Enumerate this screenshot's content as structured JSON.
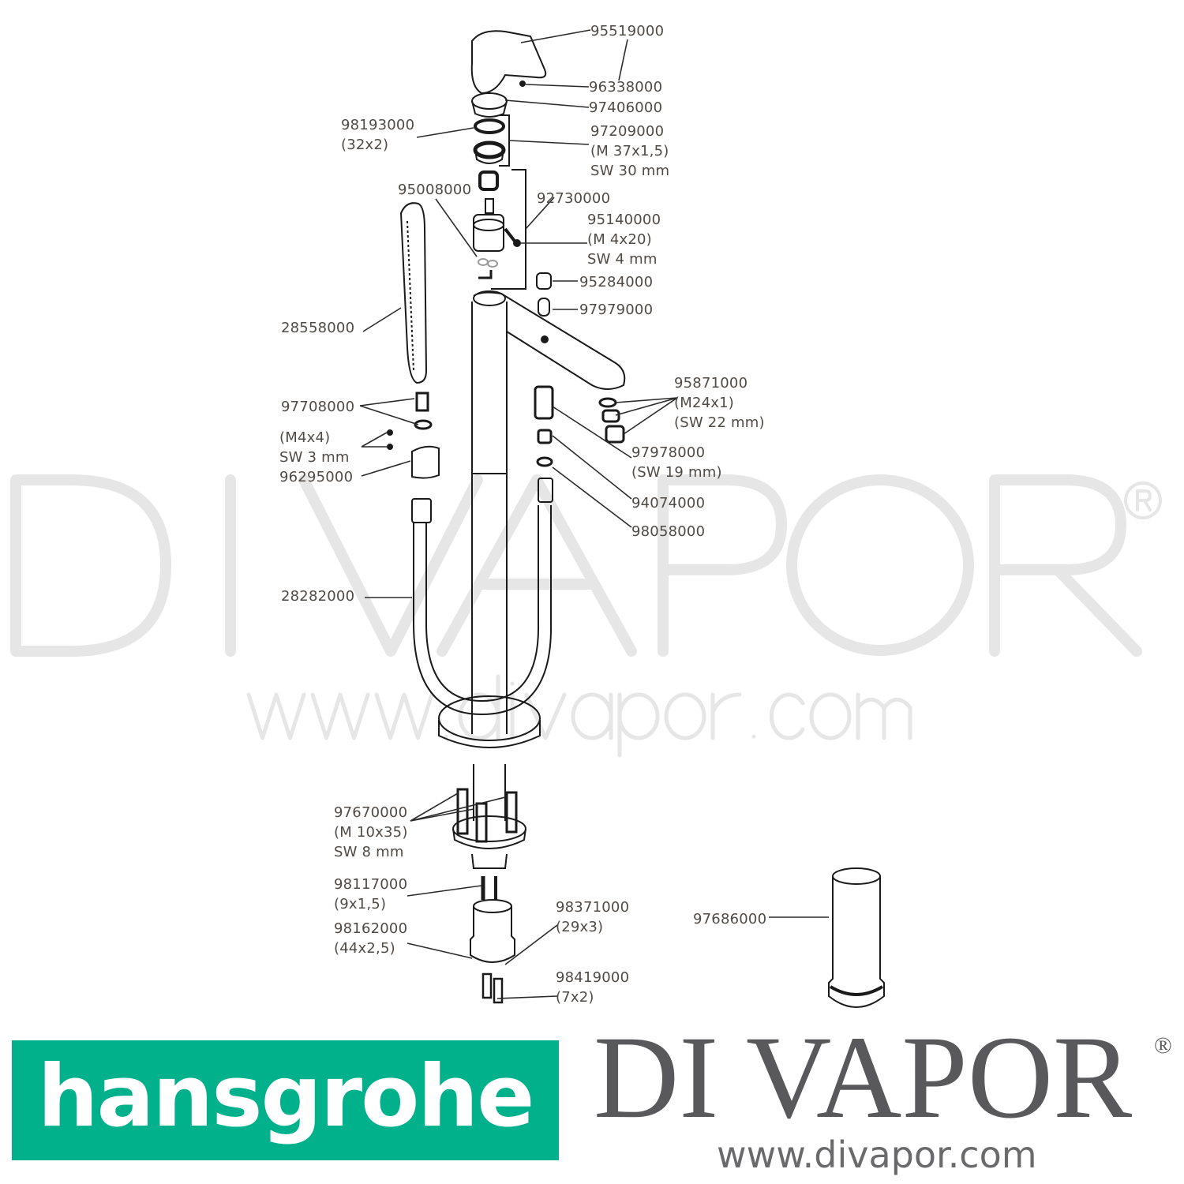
{
  "watermark": {
    "name": "DI VAPOR",
    "registered": "®",
    "url": "www.divapor.com"
  },
  "parts": [
    {
      "label": "95519000"
    },
    {
      "label": "96338000"
    },
    {
      "label": "97406000"
    },
    {
      "label": "98193000\n(32x2)"
    },
    {
      "label": "97209000\n(M 37x1,5)\nSW 30 mm"
    },
    {
      "label": "95008000"
    },
    {
      "label": "92730000"
    },
    {
      "label": "95140000\n(M 4x20)\nSW 4 mm"
    },
    {
      "label": "95284000"
    },
    {
      "label": "97979000"
    },
    {
      "label": "28558000"
    },
    {
      "label": "95871000\n(M24x1)\n(SW 22 mm)"
    },
    {
      "label": "97708000"
    },
    {
      "label": "(M4x4)\nSW 3 mm\n96295000"
    },
    {
      "label": "97978000\n(SW 19 mm)"
    },
    {
      "label": "94074000"
    },
    {
      "label": "98058000"
    },
    {
      "label": "28282000"
    },
    {
      "label": "97670000\n(M 10x35)\nSW 8 mm"
    },
    {
      "label": "98117000\n(9x1,5)"
    },
    {
      "label": "98371000\n(29x3)"
    },
    {
      "label": "98162000\n(44x2,5)"
    },
    {
      "label": "98419000\n(7x2)"
    },
    {
      "label": "97686000"
    }
  ],
  "footer": {
    "brand_logo": "hansgrohe",
    "brand_color": "#00b18b",
    "retailer_logo": "DI VAPOR",
    "retailer_registered": "®",
    "retailer_url": "www.divapor.com"
  }
}
